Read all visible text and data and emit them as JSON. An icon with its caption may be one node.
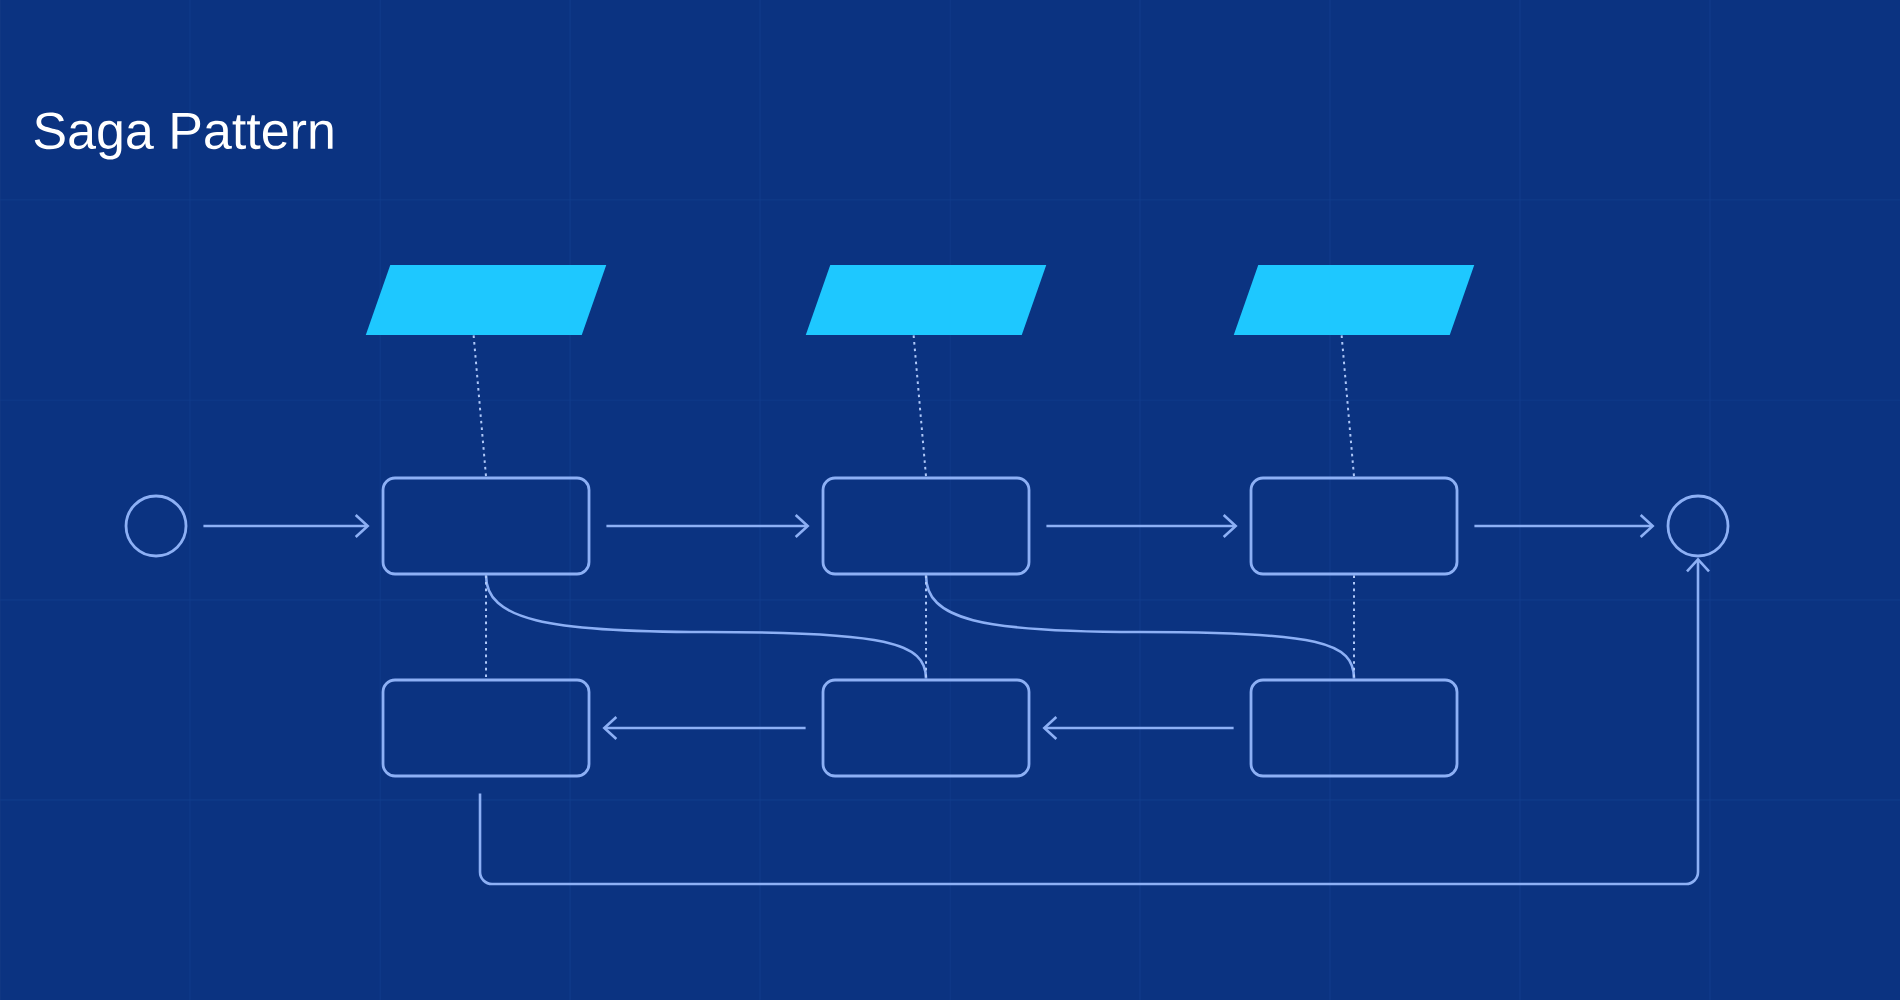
{
  "diagram": {
    "title": "Saga Pattern",
    "nodes": [
      {
        "text": [],
        "shape": "parallelogram"
      },
      {
        "text": [],
        "shape": "parallelogram"
      },
      {
        "text": [],
        "shape": "parallelogram"
      },
      {
        "text": [],
        "shape": "circle"
      },
      {
        "text": [],
        "shape": "box"
      },
      {
        "text": [],
        "shape": "box"
      },
      {
        "text": [],
        "shape": "box"
      },
      {
        "text": [],
        "shape": "circle"
      },
      {
        "text": [],
        "shape": "box"
      },
      {
        "text": [],
        "shape": "box"
      },
      {
        "text": [],
        "shape": "box"
      }
    ],
    "edges": [
      {
        "from": 3,
        "to": 4,
        "arrow": "to"
      },
      {
        "from": 4,
        "to": 5,
        "arrow": "to"
      },
      {
        "from": 5,
        "to": 6,
        "arrow": "to"
      },
      {
        "from": 6,
        "to": 7,
        "arrow": "to"
      },
      {
        "from": 10,
        "to": 9,
        "arrow": "to"
      },
      {
        "from": 9,
        "to": 8,
        "arrow": "to"
      },
      {
        "from": 8,
        "to": 7,
        "arrow": "to"
      },
      {
        "from": 4,
        "to": 9,
        "arrow": "none"
      },
      {
        "from": 5,
        "to": 10,
        "arrow": "none"
      },
      {
        "from": 0,
        "to": 4,
        "arrow": "none",
        "style": "dashed"
      },
      {
        "from": 1,
        "to": 5,
        "arrow": "none",
        "style": "dashed"
      },
      {
        "from": 2,
        "to": 6,
        "arrow": "none",
        "style": "dashed"
      },
      {
        "from": 4,
        "to": 8,
        "arrow": "none",
        "style": "dashed"
      },
      {
        "from": 5,
        "to": 9,
        "arrow": "none",
        "style": "dashed"
      },
      {
        "from": 6,
        "to": 10,
        "arrow": "none",
        "style": "dashed"
      }
    ]
  }
}
